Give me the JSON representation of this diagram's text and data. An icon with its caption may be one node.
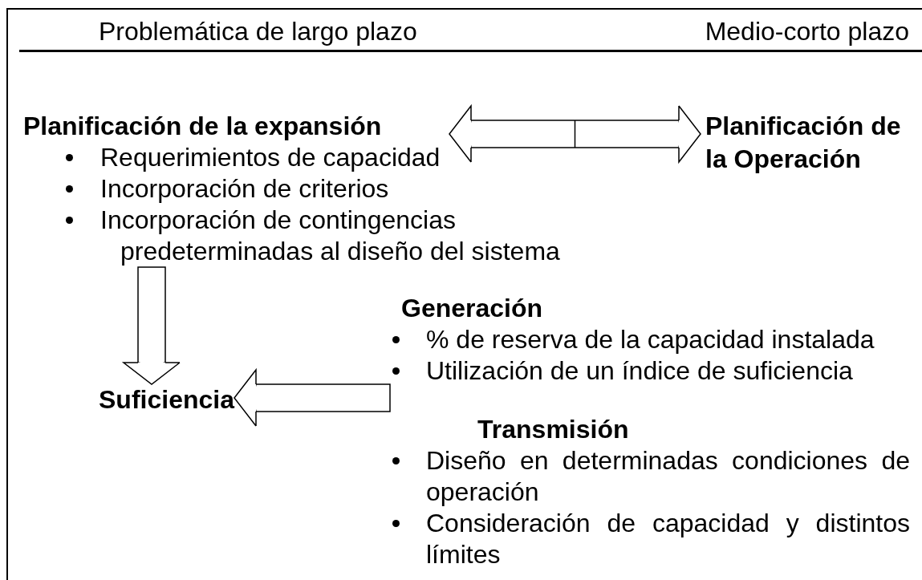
{
  "diagram": {
    "nodes": [
      {
        "text": [
          "Planificación de la expansión",
          "Requerimientos de capacidad",
          "Incorporación de criterios",
          "Incorporación de contingencias predeterminadas al diseño del sistema"
        ]
      },
      {
        "text": [
          "Planificación de la Operación"
        ]
      },
      {
        "text": [
          "Suficiencia"
        ]
      },
      {
        "text": [
          "Generación",
          "% de reserva de la capacidad instalada",
          "Utilización de un índice de suficiencia",
          "Transmisión",
          "Diseño en determinadas condiciones de operación",
          "Consideración de capacidad y distintos límites"
        ]
      }
    ],
    "edges": [
      {
        "from": 0,
        "to": 1,
        "arrow": "both"
      },
      {
        "from": 0,
        "to": 2,
        "arrow": "to"
      },
      {
        "from": 3,
        "to": 2,
        "arrow": "to"
      }
    ],
    "labels": [
      "Problemática de largo plazo",
      "Medio-corto plazo"
    ]
  }
}
